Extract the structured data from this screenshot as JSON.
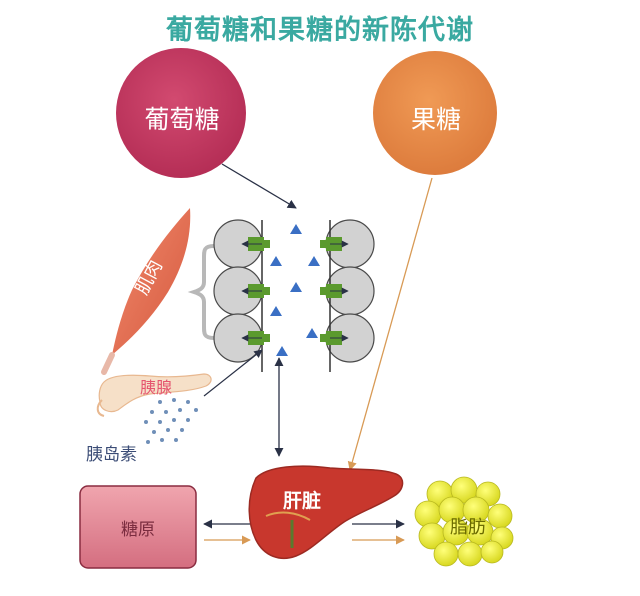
{
  "diagram": {
    "title": "葡萄糖和果糖的新陈代谢",
    "nodes": {
      "glucose": "葡萄糖",
      "fructose": "果糖",
      "muscle": "肌肉",
      "pancreas": "胰腺",
      "insulin": "胰岛素",
      "liver": "肝脏",
      "glycogen": "糖原",
      "fat": "脂肪"
    },
    "colors": {
      "title": "#3aa9a1",
      "glucose": "#c93a63",
      "fructose": "#e88b4a",
      "glycogen": "#d9788a",
      "liver": "#c8372d",
      "fat": "#e8e83a",
      "receptor": "#5b9a2e",
      "glucose_molecule": "#3a6fc4",
      "cell": "#d2d2d2"
    }
  }
}
